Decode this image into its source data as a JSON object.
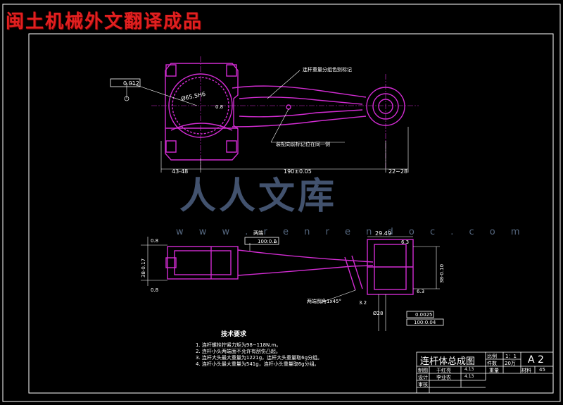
{
  "banner": "闽土机械外文翻译成品",
  "watermark": {
    "text": "人人文库",
    "url": "w w w . r e n r e n d o c . c o m"
  },
  "annotations": {
    "weight_group_mark": "连杆重量分组色别标记",
    "pairing_mark": "装配向前标记位在同一侧",
    "bore_dia": "Ø65.5H6",
    "roughness_bore": "0.8",
    "runout_tol": "0.012",
    "dim_43": "43-48",
    "dim_190": "190±0.05",
    "dim_22": "22~28",
    "two_ends": "两端",
    "parallel_tol": "100:0.1",
    "datum_a": "A",
    "dim_29": "29.49",
    "chamfer_note": "两端倒角1x45°",
    "small_bore": "Ø28",
    "parallel_tol2": "0.0025",
    "parallel_tol3": "100:0.04",
    "rough_08a": "0.8",
    "rough_08b": "0.8",
    "rough_63a": "6.3",
    "rough_63b": "6.3",
    "rough_32": "3.2",
    "dim_38": "38-0.17",
    "dim_38b": "38-0.10"
  },
  "tech_requirements": {
    "title": "技术要求",
    "lines": [
      "1. 连杆螺栓拧紧力矩为98~118N.m。",
      "2. 连杆小头两端面不允许有刮伤凸起。",
      "3. 连杆大头最大重量为1221g，连杆大头重量取6g分组。",
      "4. 连杆小头最大重量为541g，连杆小头重量取6g分组。"
    ]
  },
  "title_block": {
    "drawing_name": "连杆体总成图",
    "scale_label": "比例",
    "scale_value": "1：1",
    "qty_label": "件数",
    "qty_value": "20万",
    "sheet_size": "A 2",
    "weight_label": "重量",
    "material_label": "材料",
    "material_value": "45",
    "drawn_label": "制图",
    "drawn_name": "于红亮",
    "drawn_date": "4.13",
    "designed_label": "设计",
    "designed_name": "李业农",
    "designed_date": "4.13",
    "checked_label": "审核"
  },
  "colors": {
    "part": "#d22cd2",
    "dim": "#ffffff",
    "border": "#ffffff",
    "banner": "#e02020"
  }
}
